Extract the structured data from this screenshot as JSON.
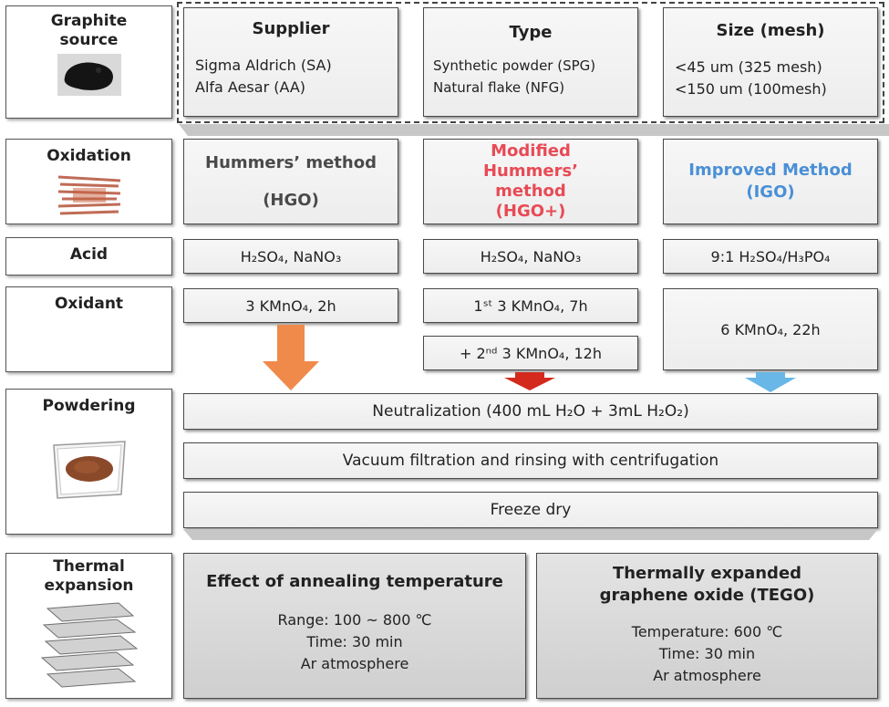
{
  "labels": {
    "graphite_source": "Graphite source",
    "oxidation": "Oxidation",
    "acid": "Acid",
    "oxidant": "Oxidant",
    "powdering": "Powdering",
    "thermal_expansion": "Thermal expansion"
  },
  "source": {
    "supplier": {
      "title": "Supplier",
      "lines": [
        "Sigma Aldrich (SA)",
        "Alfa Aesar (AA)"
      ]
    },
    "type": {
      "title": "Type",
      "lines": [
        "Synthetic powder (SPG)",
        "Natural flake (NFG)"
      ]
    },
    "size": {
      "title": "Size (mesh)",
      "lines": [
        "<45 um (325 mesh)",
        "<150 um (100mesh)"
      ]
    }
  },
  "methods": [
    {
      "name": "Hummers’ method",
      "abbr": "(HGO)",
      "color": "#4a4a4a"
    },
    {
      "name": "Modified Hummers’ method",
      "abbr": "(HGO+)",
      "color": "#e84a55"
    },
    {
      "name": "Improved Method",
      "abbr": "(IGO)",
      "color": "#4a90d6"
    }
  ],
  "acids": [
    "H₂SO₄, NaNO₃",
    "H₂SO₄, NaNO₃",
    "9:1 H₂SO₄/H₃PO₄"
  ],
  "oxidants": {
    "hgo": "3 KMnO₄, 2h",
    "hgo_plus_1": "1ˢᵗ 3 KMnO₄, 7h",
    "hgo_plus_2": "+ 2ⁿᵈ 3 KMnO₄, 12h",
    "igo": "6 KMnO₄, 22h"
  },
  "arrow_colors": {
    "hgo": "#f08a4b",
    "hgo_plus": "#d42a1e",
    "igo": "#69b7e6"
  },
  "powdering_steps": [
    "Neutralization (400 mL H₂O + 3mL H₂O₂)",
    "Vacuum filtration and rinsing with centrifugation",
    "Freeze dry"
  ],
  "thermal": {
    "annealing": {
      "title": "Effect of annealing temperature",
      "lines": [
        "Range: 100 ~ 800 ℃",
        "Time: 30 min",
        "Ar atmosphere"
      ]
    },
    "tego": {
      "title": "Thermally expanded graphene oxide (TEGO)",
      "lines": [
        "Temperature: 600 ℃",
        "Time: 30 min",
        "Ar atmosphere"
      ]
    }
  }
}
